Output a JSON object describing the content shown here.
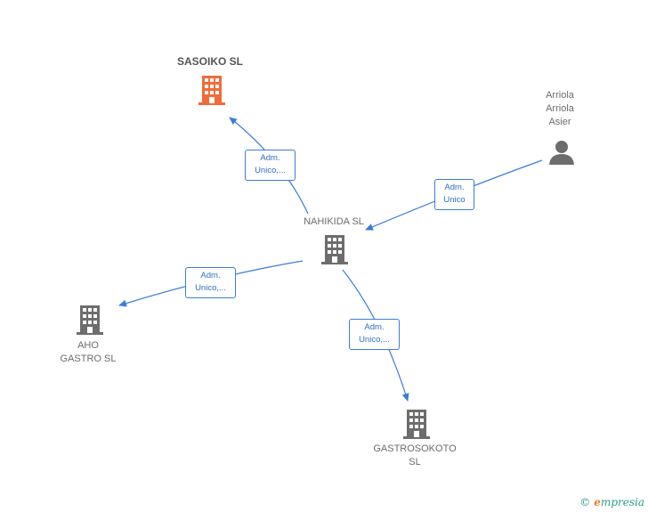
{
  "nodes": {
    "sasoiko": {
      "label": "SASOIKO  SL",
      "color": "#f26b3a"
    },
    "arriola": {
      "label": "Arriola\nArriola\nAsier",
      "color": "#6d6d6d"
    },
    "nahikida": {
      "label": "NAHIKIDA SL",
      "color": "#6d6d6d"
    },
    "aho": {
      "label": "AHO\nGASTRO  SL",
      "color": "#6d6d6d"
    },
    "gastrosokoto": {
      "label": "GASTROSOKOTO\nSL",
      "color": "#6d6d6d"
    }
  },
  "edges": {
    "to_sasoiko": {
      "label": "Adm.\nUnico,..."
    },
    "from_arriola": {
      "label": "Adm.\nUnico"
    },
    "to_aho": {
      "label": "Adm.\nUnico,..."
    },
    "to_gastrosokoto": {
      "label": "Adm.\nUnico,..."
    }
  },
  "colors": {
    "edge": "#3b7dd8"
  },
  "footer": {
    "copyright": "©",
    "brand_initial": "e",
    "brand_rest": "mpresia"
  }
}
